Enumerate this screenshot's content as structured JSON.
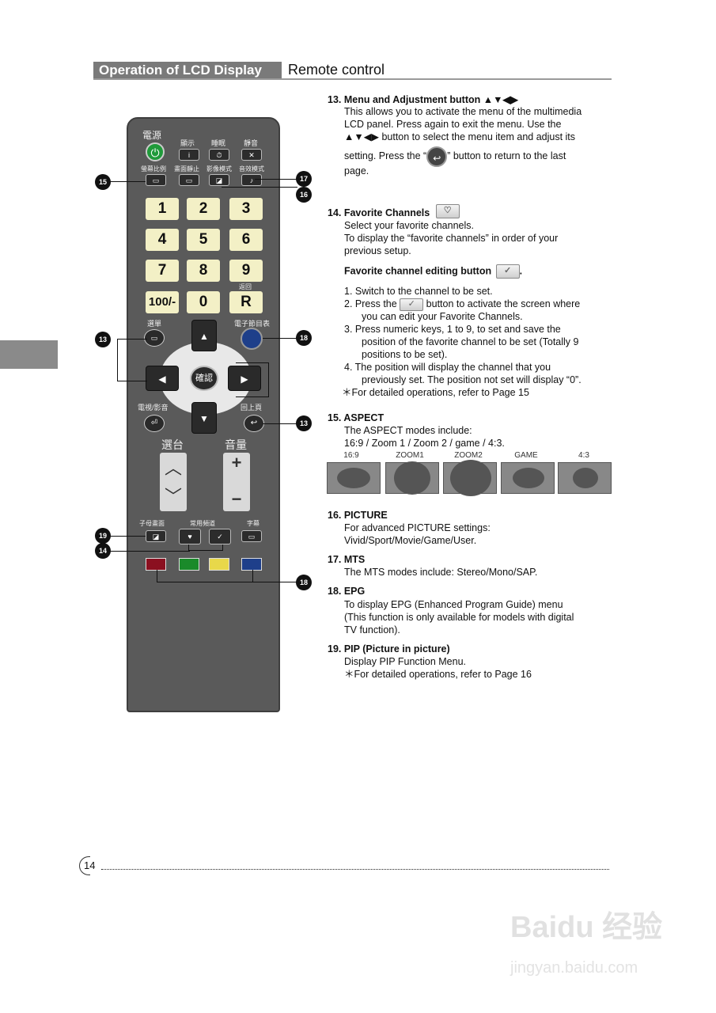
{
  "header": {
    "section": "Operation of LCD Display",
    "subsection": "Remote control"
  },
  "remote": {
    "power_label": "電源",
    "top_labels": [
      "顯示",
      "睡眠",
      "靜音"
    ],
    "row2_labels": [
      "螢幕比例",
      "畫面靜止",
      "影像模式",
      "音效模式"
    ],
    "keys": [
      "1",
      "2",
      "3",
      "4",
      "5",
      "6",
      "7",
      "8",
      "9",
      "100/-",
      "0",
      "R"
    ],
    "recall_label": "返回",
    "menu_label": "選單",
    "epg_label": "電子節目表",
    "ok_label": "確認",
    "source_label": "電視/影音",
    "back_label": "回上頁",
    "channel_label": "選台",
    "volume_label": "音量",
    "pip_label": "子母畫面",
    "fav_label": "常用頻道",
    "sub_label": "字幕",
    "colors": [
      "#8b1020",
      "#1a8a2a",
      "#e8d84a",
      "#1e3f8a"
    ]
  },
  "callouts": [
    "15",
    "17",
    "16",
    "13",
    "18",
    "13",
    "19",
    "14",
    "18"
  ],
  "s13": {
    "title": "13. Menu and Adjustment button ▲▼◀▶",
    "l1": "This allows you to activate the menu of the multimedia",
    "l2": "LCD panel. Press again to exit the menu. Use the",
    "l3": "▲▼◀▶ button to select the menu item and adjust its",
    "l4a": "setting. Press the “",
    "l4b": "” button to return to the last",
    "l5": "page."
  },
  "s14": {
    "title": "14. Favorite Channels",
    "l1": "Select your favorite channels.",
    "l2": "To display the “favorite channels” in order of your",
    "l3": "previous setup.",
    "edit_title": "Favorite channel editing button",
    "i1": "1.   Switch to the channel to be set.",
    "i2a": "2.   Press the",
    "i2b": "button to activate the screen where",
    "i2c": "you can edit your Favorite Channels.",
    "i3a": "3.   Press numeric keys, 1 to 9, to set and save the",
    "i3b": "position of the favorite channel to be set (Totally 9",
    "i3c": "positions to be set).",
    "i4a": "4.   The position will display the channel that you",
    "i4b": "previously set. The position not set will display “0”.",
    "note": "＊For detailed operations, refer to Page 15"
  },
  "s15": {
    "title": "15. ASPECT",
    "l1": "The ASPECT modes include:",
    "l2": "16:9 / Zoom 1 / Zoom 2 / game / 4:3.",
    "modes": [
      "16:9",
      "ZOOM1",
      "ZOOM2",
      "GAME",
      "4:3"
    ]
  },
  "s16": {
    "title": "16. PICTURE",
    "l1": "For advanced PICTURE settings:",
    "l2": "Vivid/Sport/Movie/Game/User."
  },
  "s17": {
    "title": "17. MTS",
    "l1": "The MTS modes include: Stereo/Mono/SAP."
  },
  "s18": {
    "title": "18. EPG",
    "l1": "To display EPG (Enhanced Program Guide) menu",
    "l2": "(This function is only available for models with digital",
    "l3": "TV function)."
  },
  "s19": {
    "title": "19. PIP (Picture in picture)",
    "l1": "Display PIP Function Menu.",
    "note": "＊For detailed operations, refer to Page 16"
  },
  "footer": {
    "page": "14"
  },
  "watermark": {
    "line1": "Baidu 经验",
    "line2": "jingyan.baidu.com"
  }
}
